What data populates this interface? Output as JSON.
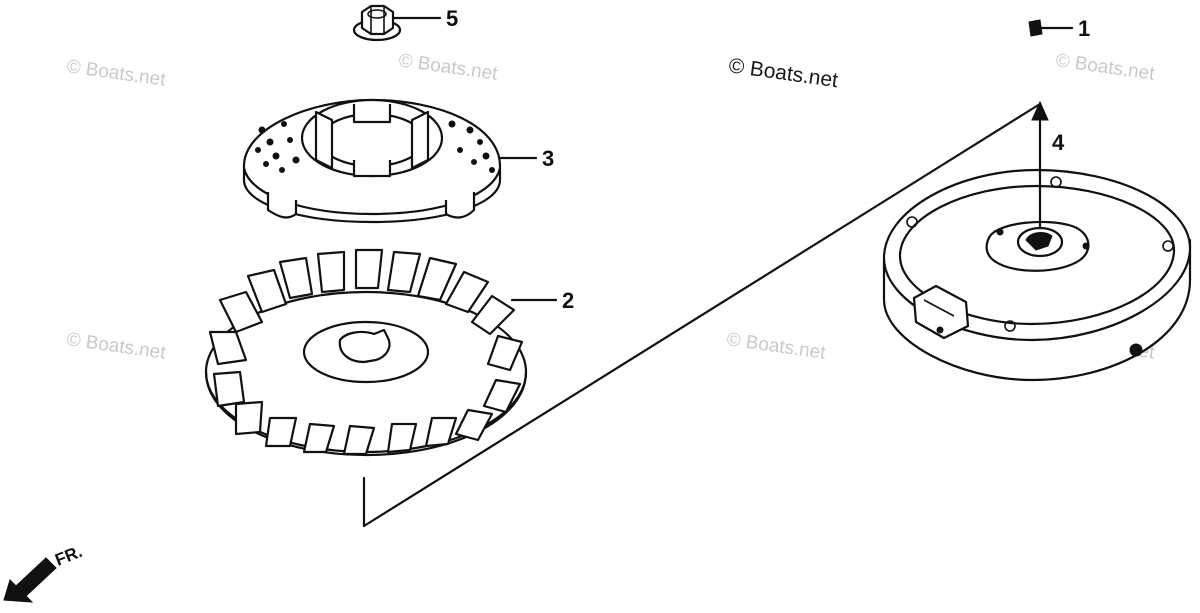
{
  "callouts": {
    "part_1": "1",
    "part_2": "2",
    "part_3": "3",
    "part_4": "4",
    "part_5": "5"
  },
  "watermark": {
    "main_text": "© Boats.net",
    "faded_text": "© Boats.net"
  },
  "direction": {
    "label": "FR.",
    "icon": "front-arrow-icon"
  },
  "colors": {
    "ink": "#111111",
    "watermark_faded": "#b8b8b8",
    "background": "#ffffff"
  }
}
